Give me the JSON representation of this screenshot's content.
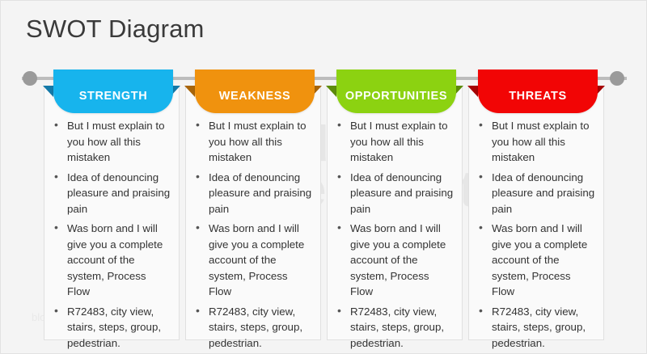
{
  "slide": {
    "title": "SWOT Diagram",
    "background_color": "#f4f4f4",
    "watermark": "Made for PowerPoint",
    "watermark_small": "blog",
    "connector_color": "#bcbcbc",
    "connector_dot_color": "#9a9a9a"
  },
  "columns": [
    {
      "label": "STRENGTH",
      "color": "#17b4ed",
      "fold_color": "#1479a8",
      "bullets": [
        "But I must explain to you how all this mistaken",
        "Idea of denouncing pleasure and praising pain",
        "Was born and I will give you a complete account of the system, Process Flow",
        "R72483, city view, stairs, steps, group, pedestrian."
      ]
    },
    {
      "label": "WEAKNESS",
      "color": "#f0920e",
      "fold_color": "#a8650a",
      "bullets": [
        "But I must explain to you how all this mistaken",
        "Idea of denouncing pleasure and praising pain",
        "Was born and I will give you a complete account of the system, Process Flow",
        "R72483, city view, stairs, steps, group, pedestrian."
      ]
    },
    {
      "label": "OPPORTUNITIES",
      "color": "#8cd211",
      "fold_color": "#5d8c0b",
      "bullets": [
        "But I must explain to you how all this mistaken",
        "Idea of denouncing pleasure and praising pain",
        "Was born and I will give you a complete account of the system, Process Flow",
        "R72483, city view, stairs, steps, group, pedestrian."
      ]
    },
    {
      "label": "THREATS",
      "color": "#f20505",
      "fold_color": "#a60404",
      "bullets": [
        "But I must explain to you how all this mistaken",
        "Idea of denouncing pleasure and praising pain",
        "Was born and I will give you a complete account of the system, Process Flow",
        "R72483, city view, stairs, steps, group, pedestrian."
      ]
    }
  ]
}
